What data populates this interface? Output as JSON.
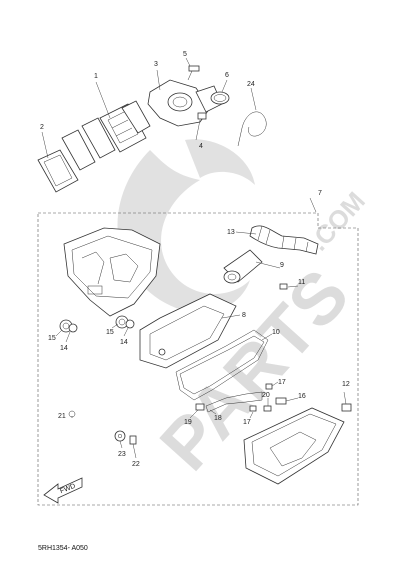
{
  "diagram": {
    "code": "5RH1354- A050",
    "fwd_label": "FWD",
    "watermark": {
      "brand": "PARTS",
      "suffix": ".COM",
      "color": "#d6d6d6"
    },
    "callouts": [
      {
        "id": "c1",
        "text": "1"
      },
      {
        "id": "c2",
        "text": "2"
      },
      {
        "id": "c3",
        "text": "3"
      },
      {
        "id": "c4",
        "text": "4"
      },
      {
        "id": "c5",
        "text": "5"
      },
      {
        "id": "c6",
        "text": "6"
      },
      {
        "id": "c7",
        "text": "7"
      },
      {
        "id": "c8",
        "text": "8"
      },
      {
        "id": "c9",
        "text": "9"
      },
      {
        "id": "c10",
        "text": "10"
      },
      {
        "id": "c11",
        "text": "11"
      },
      {
        "id": "c12",
        "text": "12"
      },
      {
        "id": "c13",
        "text": "13"
      },
      {
        "id": "c14a",
        "text": "14"
      },
      {
        "id": "c14b",
        "text": "14"
      },
      {
        "id": "c15a",
        "text": "15"
      },
      {
        "id": "c15b",
        "text": "15"
      },
      {
        "id": "c16",
        "text": "16"
      },
      {
        "id": "c17a",
        "text": "17"
      },
      {
        "id": "c17b",
        "text": "17"
      },
      {
        "id": "c18",
        "text": "18"
      },
      {
        "id": "c19",
        "text": "19"
      },
      {
        "id": "c20",
        "text": "20"
      },
      {
        "id": "c21",
        "text": "21"
      },
      {
        "id": "c22",
        "text": "22"
      },
      {
        "id": "c23",
        "text": "23"
      },
      {
        "id": "c24",
        "text": "24"
      }
    ]
  }
}
